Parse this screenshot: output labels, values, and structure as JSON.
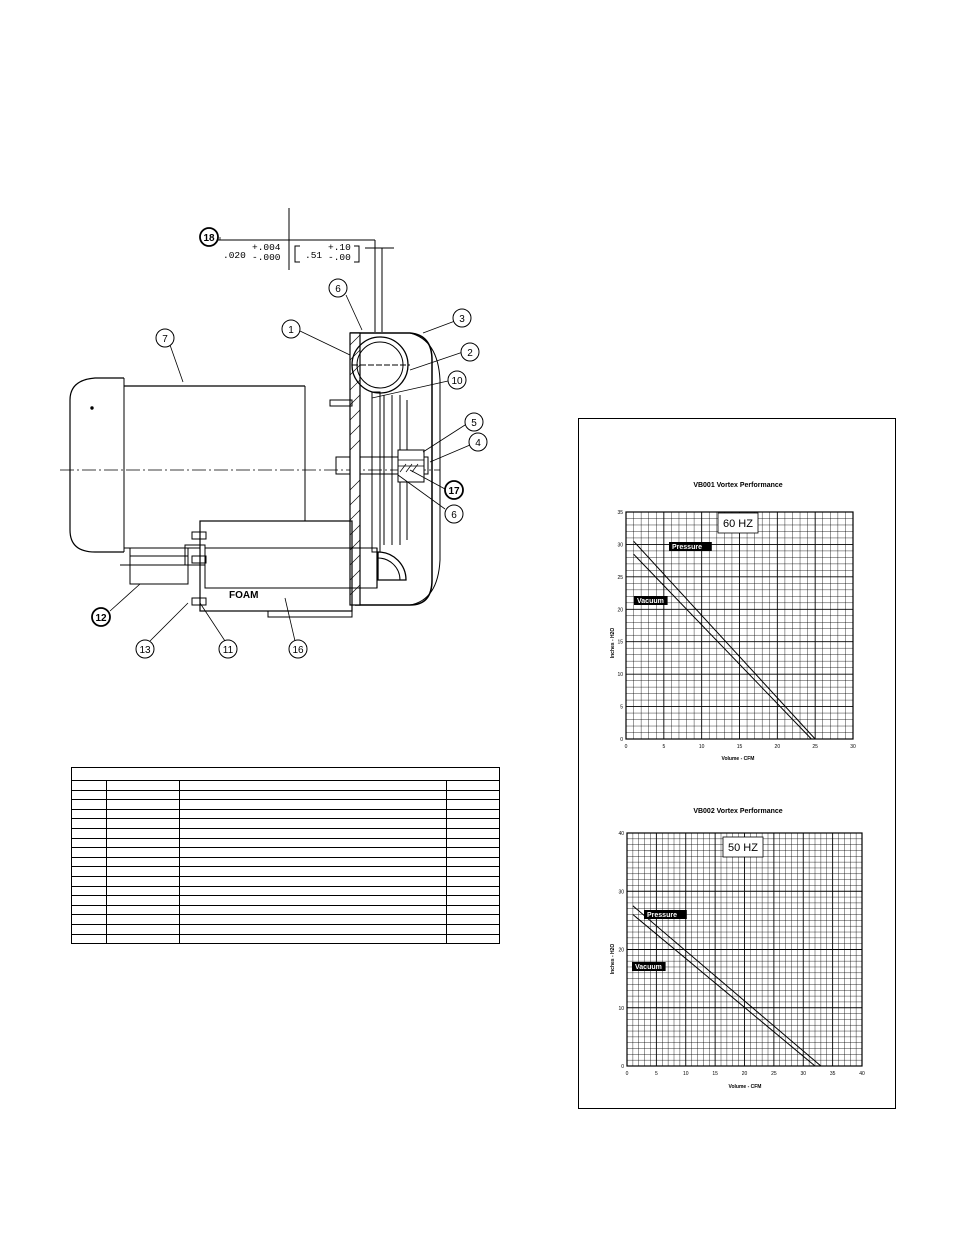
{
  "drawing": {
    "callouts": [
      "18",
      "6",
      "3",
      "1",
      "2",
      "7",
      "10",
      "5",
      "4",
      "17",
      "6",
      "12",
      "13",
      "11",
      "16"
    ],
    "tolerance": {
      "inch_nominal": ".020",
      "inch_plus": "+.004",
      "inch_minus": "-.000",
      "mm_nominal": ".51",
      "mm_plus": "+.10",
      "mm_minus": "-.00"
    },
    "foam_label": "FOAM"
  },
  "parts_table": {
    "rows": 18,
    "columns": 4
  },
  "chart_data": [
    {
      "type": "line",
      "title": "VB001 Vortex Performance",
      "xlabel": "Volume - CFM",
      "ylabel": "Inches - H2O",
      "xlim": [
        0,
        30
      ],
      "ylim": [
        0,
        35
      ],
      "xticks": [
        "0",
        "5",
        "10",
        "15",
        "20",
        "25",
        "30"
      ],
      "yticks": [
        "0",
        "5",
        "10",
        "15",
        "20",
        "25",
        "30",
        "35"
      ],
      "frequency_label": "60 HZ",
      "grid": true,
      "series": [
        {
          "name": "Pressure",
          "x": [
            1,
            25
          ],
          "y": [
            30.5,
            0
          ]
        },
        {
          "name": "Vacuum",
          "x": [
            1,
            24.5
          ],
          "y": [
            28.5,
            0
          ]
        }
      ]
    },
    {
      "type": "line",
      "title": "VB002 Vortex Performance",
      "xlabel": "Volume - CFM",
      "ylabel": "Inches - H2O",
      "xlim": [
        0,
        40
      ],
      "ylim": [
        0,
        40
      ],
      "xticks": [
        "0",
        "5",
        "10",
        "15",
        "20",
        "25",
        "30",
        "35",
        "40"
      ],
      "yticks": [
        "0",
        "10",
        "20",
        "30",
        "40"
      ],
      "frequency_label": "50 HZ",
      "grid": true,
      "series": [
        {
          "name": "Pressure",
          "x": [
            1,
            33
          ],
          "y": [
            27.5,
            0
          ]
        },
        {
          "name": "Vacuum",
          "x": [
            1,
            32
          ],
          "y": [
            26,
            0
          ]
        }
      ]
    }
  ]
}
